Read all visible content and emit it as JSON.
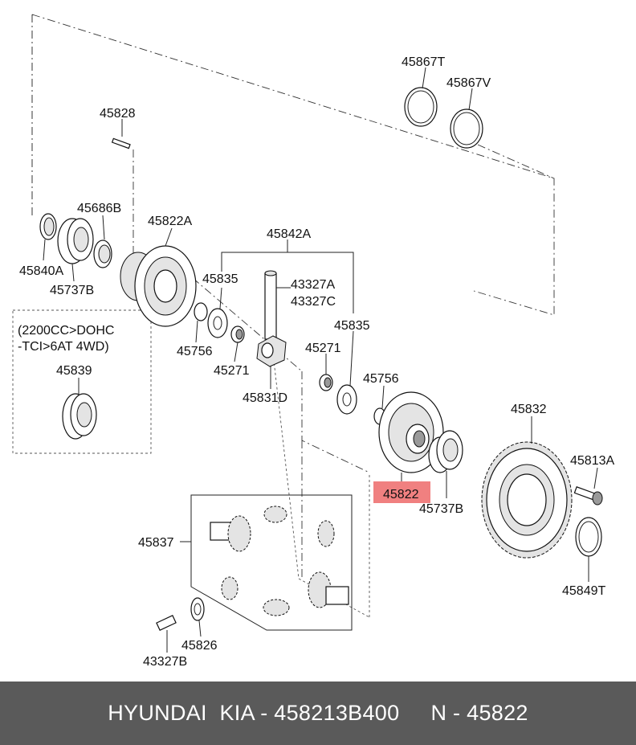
{
  "labels": {
    "p45867T": "45867T",
    "p45867V": "45867V",
    "p45828": "45828",
    "p45686B": "45686B",
    "p45822A": "45822A",
    "p45842A": "45842A",
    "p45840A": "45840A",
    "p45835_left": "45835",
    "p43327A": "43327A",
    "p43327C": "43327C",
    "p45737B_left": "45737B",
    "p45835_right": "45835",
    "p45756_left": "45756",
    "p45271_left": "45271",
    "p45271_right": "45271",
    "p45756_right": "45756",
    "p45831D": "45831D",
    "p45832": "45832",
    "p45813A": "45813A",
    "p45839": "45839",
    "p45822": "45822",
    "p45737B_right": "45737B",
    "p45837": "45837",
    "p45849T": "45849T",
    "p45826": "45826",
    "p43327B": "43327B"
  },
  "note": {
    "line1": "(2200CC>DOHC",
    "line2": "-TCI>6AT 4WD)"
  },
  "highlight_color": "#f08080",
  "footer": {
    "text": "HYUNDAI  KIA - 458213B400     N - 45822"
  }
}
